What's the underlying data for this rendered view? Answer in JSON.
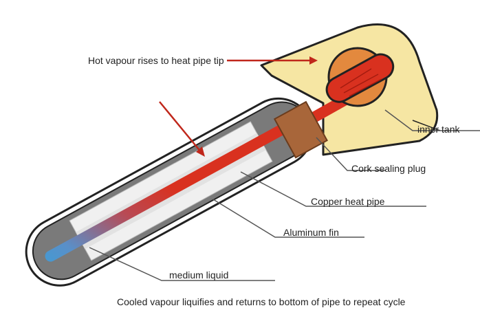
{
  "labels": {
    "hot_vapour": "Hot vapour rises to heat pipe tip",
    "inner_tank": "inner tank",
    "cork_plug": "Cork sealing plug",
    "copper_pipe": "Copper  heat pipe",
    "aluminum_fin": "Aluminum fin",
    "medium_liquid": "medium liquid",
    "cooled_vapour": "Cooled vapour liquifies and returns to bottom of pipe to repeat cycle"
  },
  "colors": {
    "tank_yellow": "#f6e6a3",
    "hot_red": "#d9311f",
    "cold_blue": "#3a9fd8",
    "cork_brown": "#a8663a",
    "glass_gray": "#7a7a7a",
    "fin_light": "#eeeeee",
    "tank_orange": "#e3893e"
  }
}
